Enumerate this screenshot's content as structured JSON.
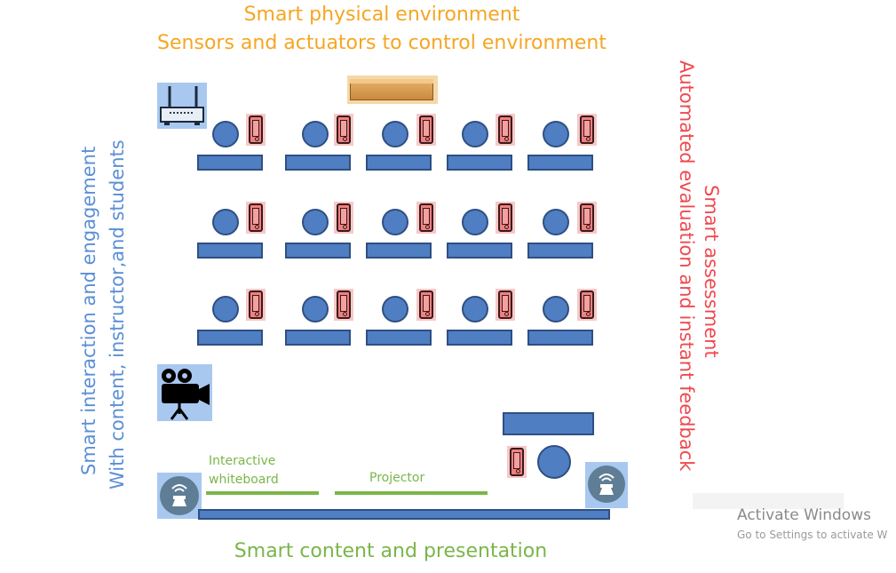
{
  "titles": {
    "top_line1": "Smart physical environment",
    "top_line2": "Sensors and actuators to control environment",
    "left_line1": "Smart interaction and engagement",
    "left_line2": "With content, instructor,and students",
    "right_line1": "Smart assessment",
    "right_line2": "Automated evaluation and instant feedback",
    "bottom": "Smart content and presentation"
  },
  "labels": {
    "whiteboard_line1": "Interactive",
    "whiteboard_line2": "whiteboard",
    "projector": "Projector"
  },
  "watermark": {
    "line1": "Activate Windows",
    "line2": "Go to Settings to activate W"
  },
  "icons": {
    "router": "wifi-router-icon",
    "camera": "video-camera-icon",
    "speaker": "speaker-icon",
    "sensor": "sensor-device-icon"
  },
  "colors": {
    "top": "#f5a623",
    "left": "#5b8fd6",
    "right": "#f0494f",
    "bottom": "#7ab648",
    "furniture": "#4f7ec2",
    "phone": "#f08080"
  }
}
